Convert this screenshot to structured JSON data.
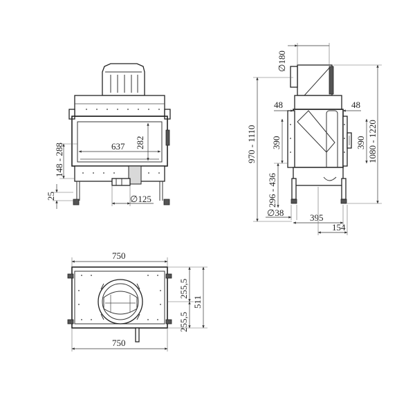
{
  "front_view": {
    "dim_width": "637",
    "dim_glass_height": "282",
    "dim_range_bottom": "148 - 288",
    "dim_feet": "25",
    "dim_air_inlet": "∅125"
  },
  "side_view": {
    "dim_flue": "∅180",
    "dim_left_offset": "48",
    "dim_right_offset": "48",
    "dim_left_height": "390",
    "dim_right_height": "390",
    "dim_total_height": "970 - 1110",
    "dim_outer_height": "1080 - 1220",
    "dim_lower_range": "296 - 436",
    "dim_leg": "∅38",
    "dim_depth": "395",
    "dim_rear": "154"
  },
  "top_view": {
    "dim_top_width": "750",
    "dim_bottom_width": "750",
    "dim_half_top": "255,5",
    "dim_half_bottom": "255,5",
    "dim_depth": "511"
  }
}
